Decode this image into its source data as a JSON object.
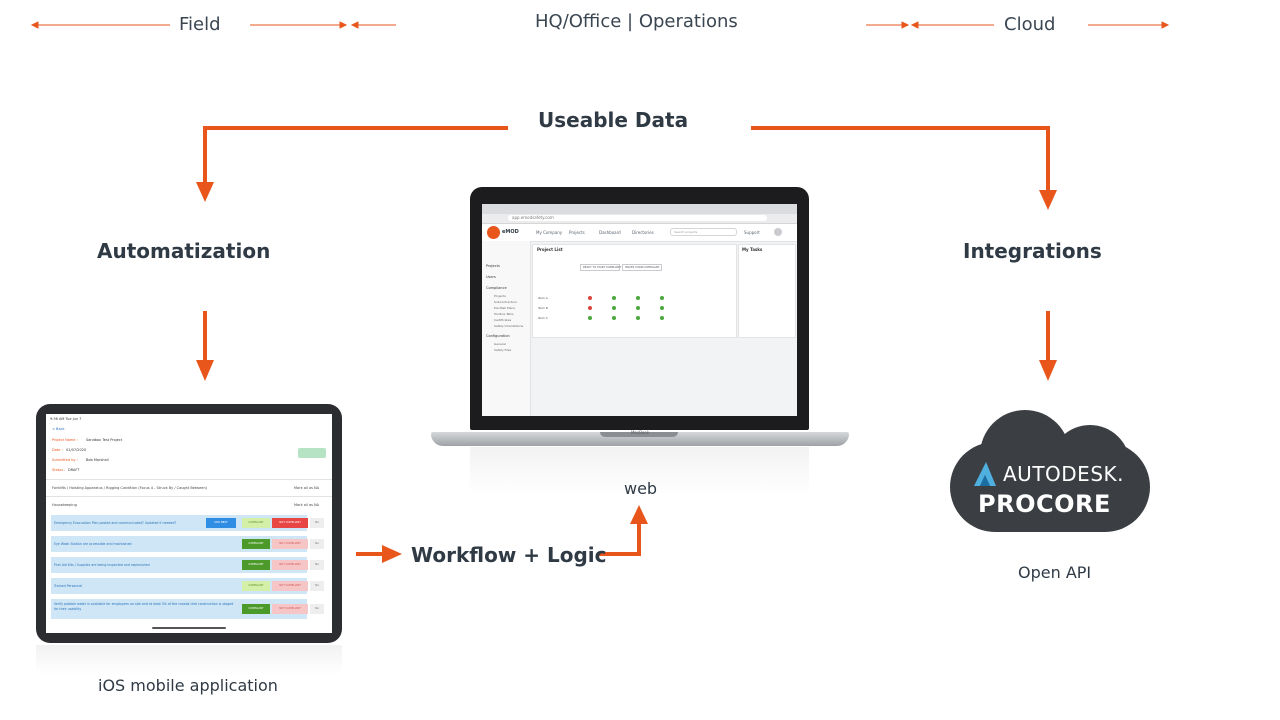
{
  "header": {
    "left": "Field",
    "center": "HQ/Office | Operations",
    "right": "Cloud"
  },
  "sections": {
    "useable_data": "Useable Data",
    "automatization": "Automatization",
    "integrations": "Integrations",
    "workflow": "Workflow + Logic"
  },
  "captions": {
    "web": "web",
    "ios": "iOS mobile application",
    "api": "Open API"
  },
  "cloud": {
    "brand1": "AUTODESK.",
    "brand2": "PROCORE"
  },
  "laptop": {
    "label": "MacBook",
    "url": "app.emodsafety.com",
    "brand": "eMOD",
    "nav": [
      "My Company",
      "Projects",
      "Dashboard",
      "Directories",
      "Support"
    ],
    "search_placeholder": "Search projects",
    "sidebar": [
      "Projects",
      "Users",
      "Compliance",
      "Configuration"
    ],
    "sidebar_sub": [
      "Projects",
      "Subcontractors",
      "Pre-Task Plans",
      "Toolbox Talks",
      "Certificates",
      "Safety Orientations",
      "General",
      "Safety Files"
    ],
    "panel_title": "Project List",
    "panel2_title": "My Tasks",
    "chips": [
      "READY TO START COMPLIANT",
      "ISSUES 0 NON COMPLIANT"
    ],
    "table_rows": [
      "Item A",
      "Item B",
      "Item C"
    ]
  },
  "tablet": {
    "status_time": "9:36 AM  Tue Jun 7",
    "back": "< Back",
    "fields": [
      {
        "label": "Project Name :",
        "value": "Sandbox Test Project"
      },
      {
        "label": "Date :",
        "value": "01/07/2020"
      },
      {
        "label": "Submitted by :",
        "value": "Bob Marshall"
      },
      {
        "label": "Status :",
        "value": "DRAFT"
      }
    ],
    "section1": "Forklifts / Hoisting Apparatus / Rigging Condition (Focus 4 - Struck By / Caught Between)",
    "section2": "Housekeeping",
    "mark_all": "Mark all as NA",
    "rows": [
      "Emergency Evacuation Plan posted and communicated? Updated if needed?",
      "Eye Wash Station are accessible and maintained",
      "First Aid Kits / Supplies are being inspected and replenished",
      "Trained Personnel",
      "Verify potable water is available for employees on-site and at least 5% of the crowds that construction is staged for their usability"
    ],
    "btn_compliant": "COMPLIANT",
    "btn_noncompliant": "NOT COMPLIANT",
    "btn_na": "NA",
    "btn_add": "ADD NEXT"
  },
  "colors": {
    "accent": "#e8561c",
    "text": "#2f3a45",
    "cloud": "#3b3e42",
    "compliant": "#4c9a2a",
    "noncompliant": "#e84545",
    "row": "#cfe6f7"
  }
}
